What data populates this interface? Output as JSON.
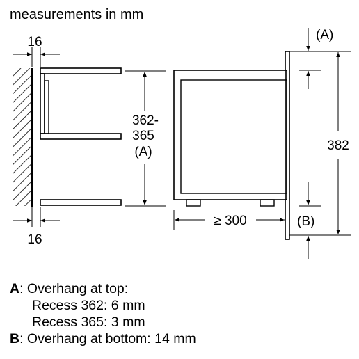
{
  "header": {
    "units_note": "measurements in mm"
  },
  "diagram": {
    "wall_offset_top": "16",
    "wall_offset_bottom": "16",
    "recess_height_line1": "362-",
    "recess_height_line2": "365",
    "recess_height_ref": "(A)",
    "depth": "≥ 300",
    "front_ref_top": "(A)",
    "front_ref_bottom": "(B)",
    "front_height": "382"
  },
  "legend": {
    "a_key": "A",
    "a_title": ": Overhang at top:",
    "a_line1": "Recess 362: 6 mm",
    "a_line2": "Recess 365: 3 mm",
    "b_key": "B",
    "b_title": ": Overhang at bottom: 14 mm"
  },
  "colors": {
    "line": "#000000",
    "background": "#ffffff"
  }
}
